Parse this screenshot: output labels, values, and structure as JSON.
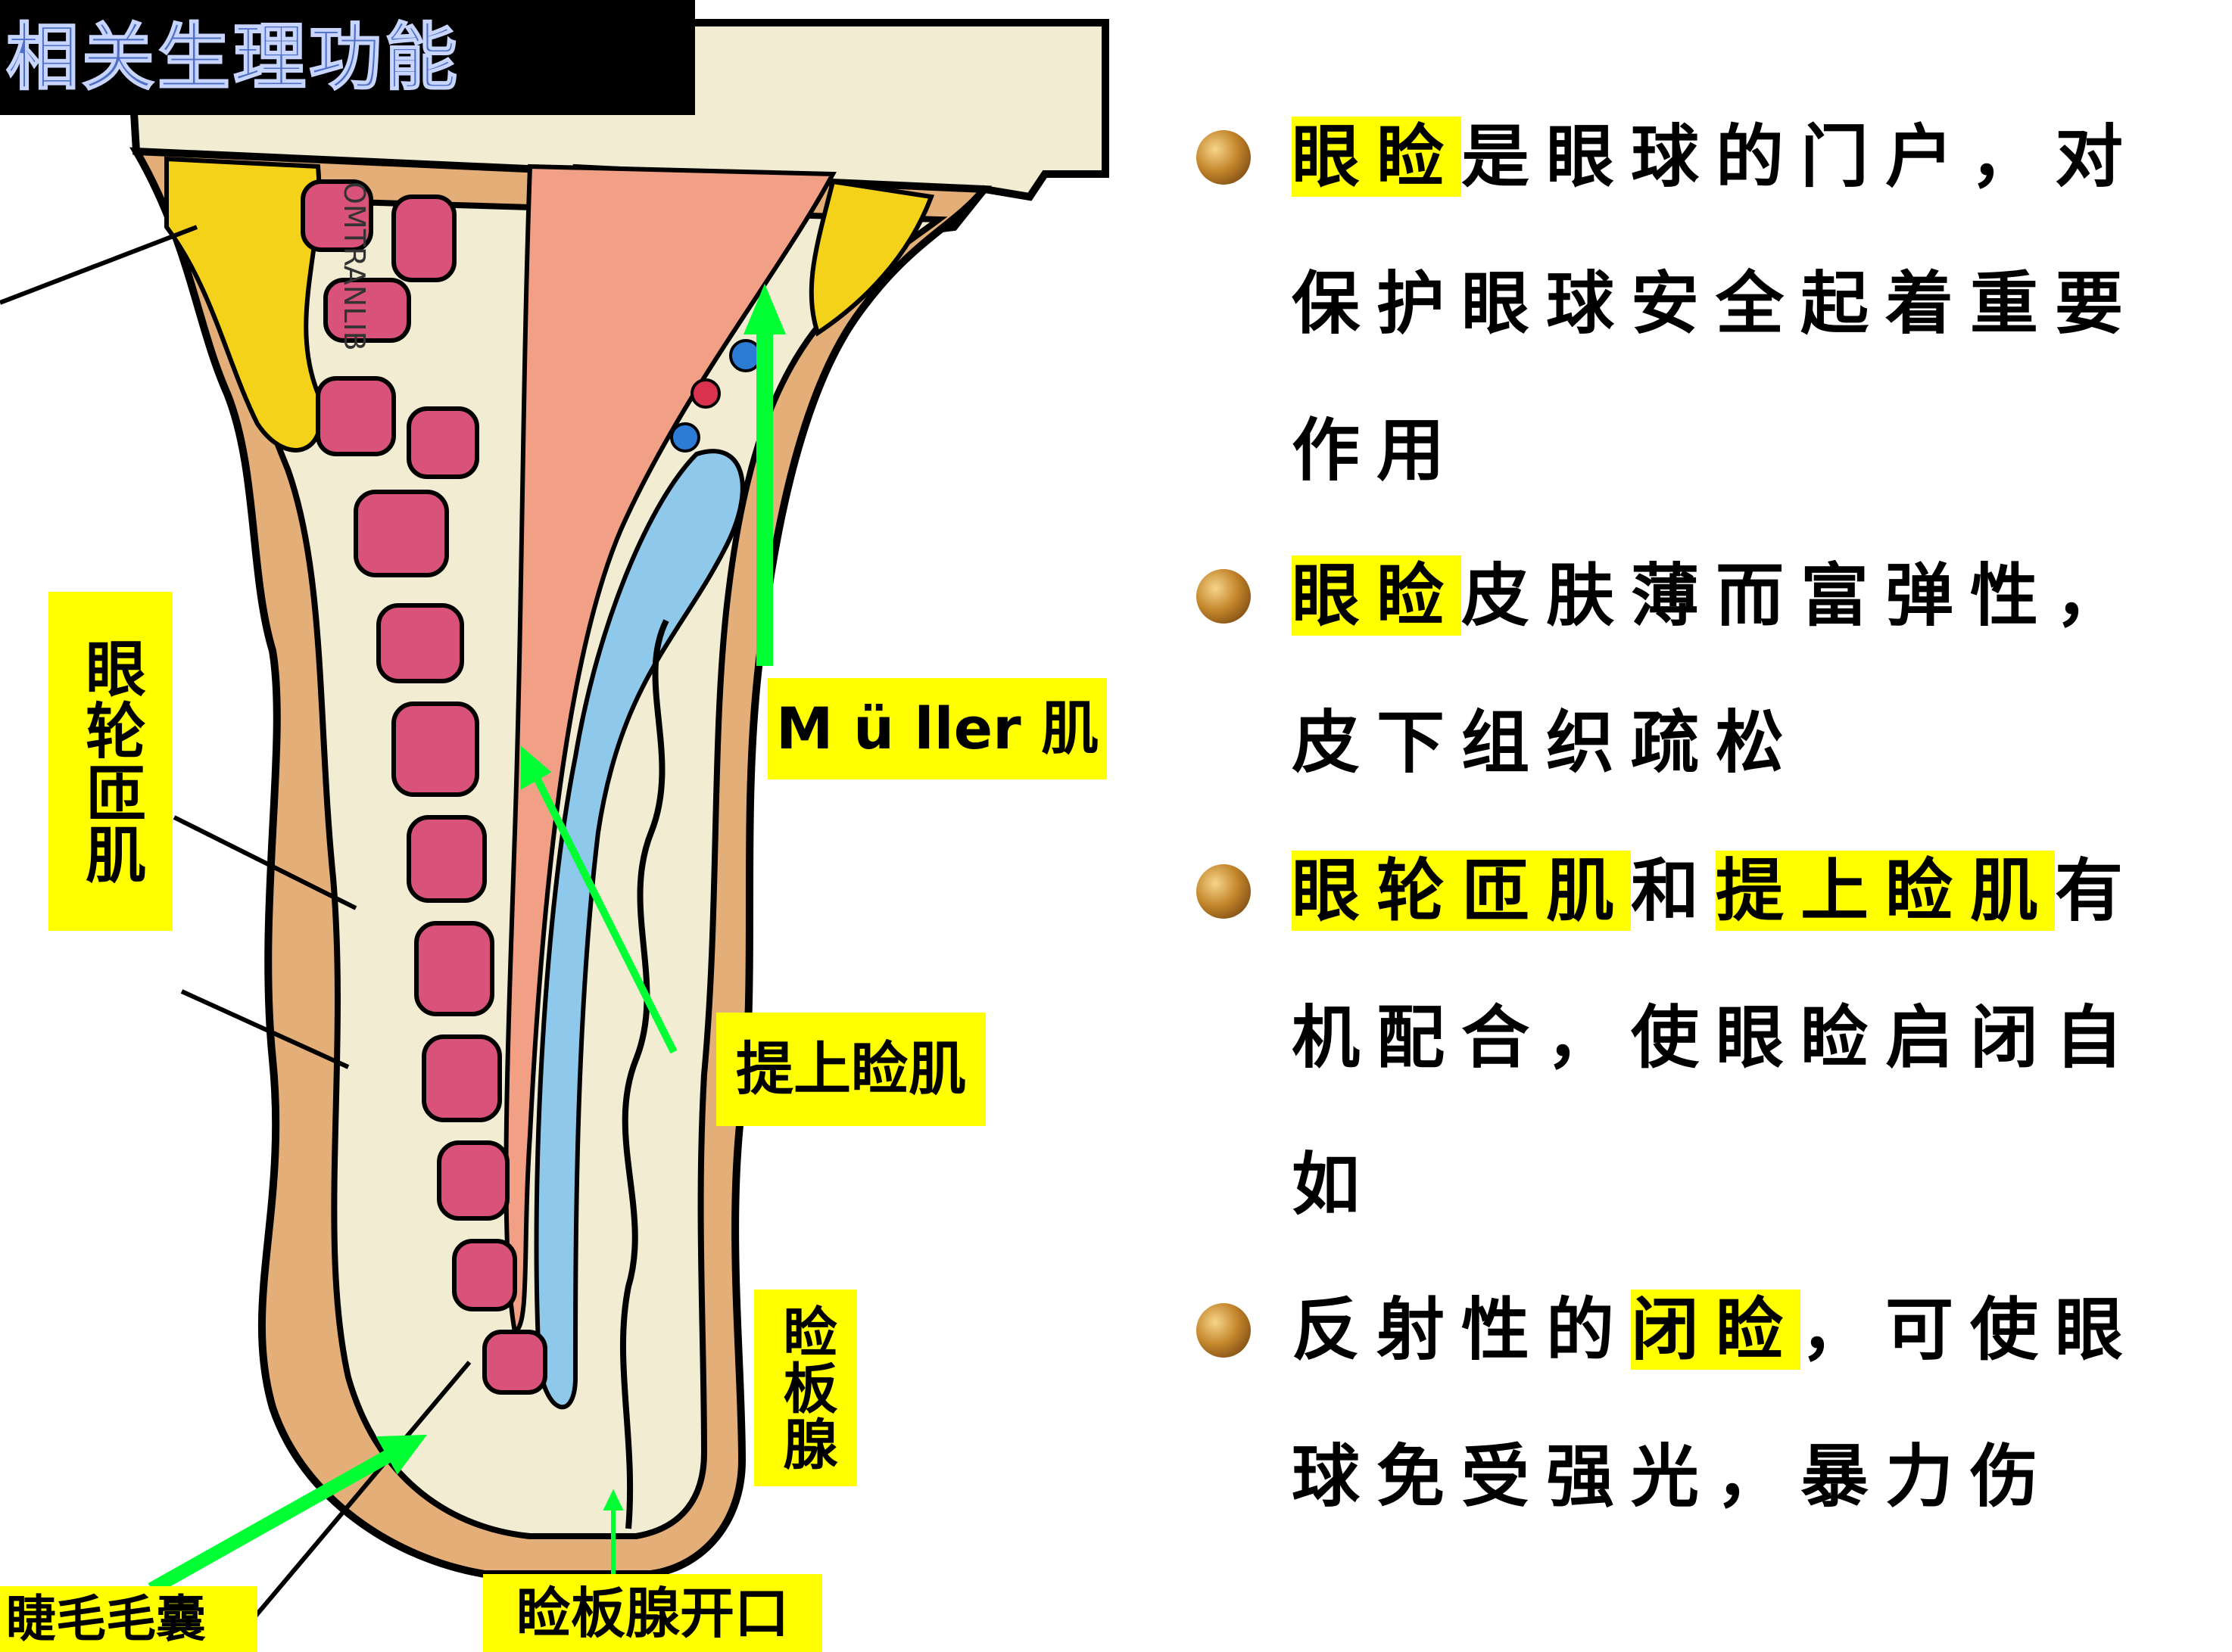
{
  "title": "相关生理功能",
  "colors": {
    "title_bg": "#000000",
    "title_text": "#4d6fc6",
    "highlight": "#ffff00",
    "bone": "#f2ecd2",
    "skin": "#e3ae78",
    "fat": "#f5d21a",
    "gland": "#d9527a",
    "conjunctiva": "#8ec9ec",
    "muscle": "#f2a085",
    "arrow": "#00ff33"
  },
  "diagram": {
    "watermark": "OMTRANLIB",
    "labels": {
      "orbicularis": "眼轮匝肌",
      "muller": "M ü ller 肌",
      "levator": "提上睑肌",
      "meibomian": "睑板腺",
      "meibomian_opening": "睑板腺开口",
      "follicle": "睫毛毛囊"
    }
  },
  "bullets": [
    {
      "segments": [
        {
          "text": "眼睑",
          "hl": true
        },
        {
          "text": "是眼球的门户，对保护眼球安全起着重要作用",
          "hl": false
        }
      ]
    },
    {
      "segments": [
        {
          "text": "眼睑",
          "hl": true
        },
        {
          "text": "皮肤薄而富弹性，皮下组织疏松",
          "hl": false
        }
      ]
    },
    {
      "segments": [
        {
          "text": "眼轮匝肌",
          "hl": true
        },
        {
          "text": "和",
          "hl": false
        },
        {
          "text": "提上睑肌",
          "hl": true
        },
        {
          "text": "有机配合，使眼睑启闭自如",
          "hl": false
        }
      ]
    },
    {
      "segments": [
        {
          "text": "反射性的",
          "hl": false
        },
        {
          "text": "闭睑",
          "hl": true
        },
        {
          "text": "，可使眼球免受强光，暴力伤",
          "hl": false
        }
      ]
    }
  ]
}
